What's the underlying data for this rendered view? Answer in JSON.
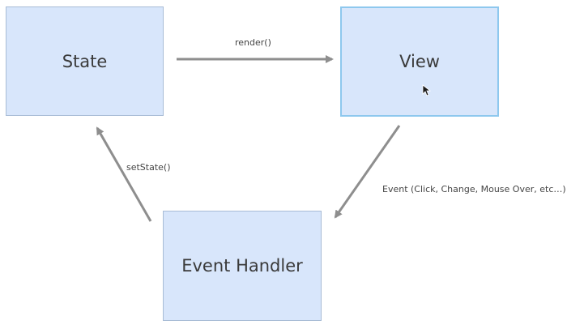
{
  "nodes": {
    "state": "State",
    "view": "View",
    "event_handler": "Event Handler"
  },
  "edges": {
    "render": "render()",
    "set_state": "setState()",
    "event": "Event (Click, Change, Mouse Over, etc…)"
  },
  "colors": {
    "box_fill": "#d8e6fb",
    "box_border": "#a8bcd6",
    "selected_border": "#8ec8ee",
    "arrow": "#8e8e8e"
  },
  "icons": {
    "cursor": "mouse-pointer-icon"
  }
}
